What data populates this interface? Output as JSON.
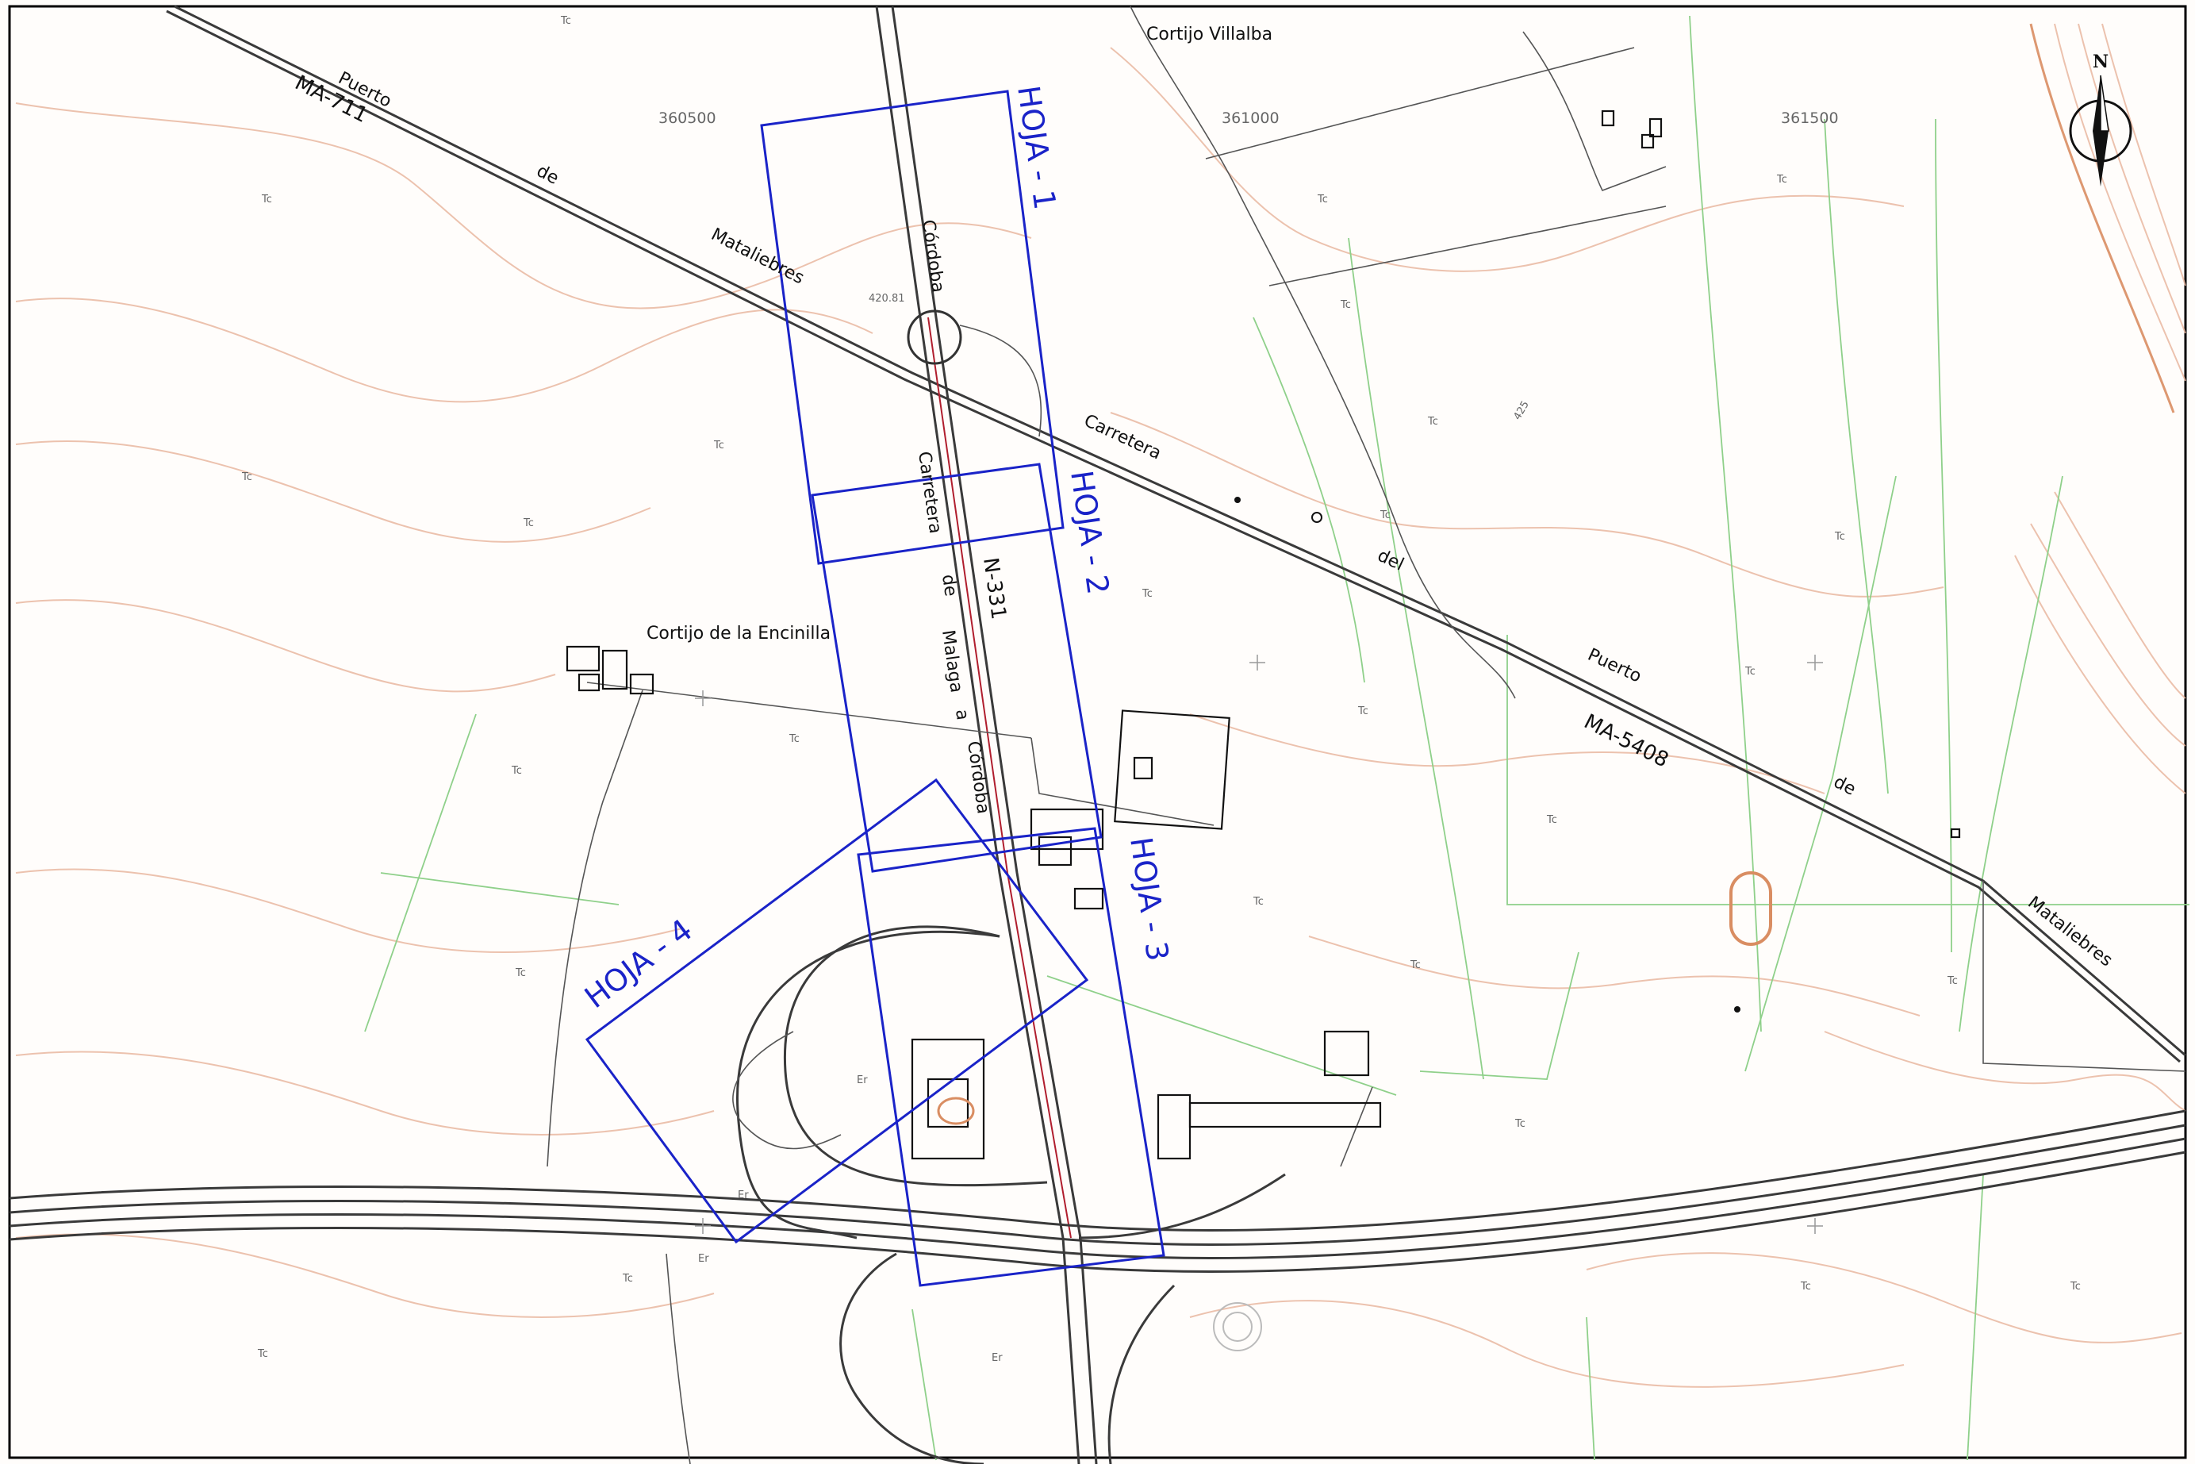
{
  "map": {
    "place_labels": {
      "cortijo_villalba": "Cortijo Villalba",
      "cortijo_encinilla": "Cortijo de la Encinilla"
    },
    "road_labels": {
      "ma711": "MA-711",
      "ma5408": "MA-5408",
      "n331": "N-331",
      "puerto_nw": "Puerto",
      "de_nw": "de",
      "mataliebres_nw": "Mataliebres",
      "carretera_e": "Carretera",
      "del_e": "del",
      "puerto_e": "Puerto",
      "de_e": "de",
      "mataliebres_e": "Mataliebres",
      "cordoba_top": "Córdoba",
      "carretera_c": "Carretera",
      "de_c": "de",
      "malaga_c": "Malaga",
      "a_c": "a",
      "cordoba_c": "Córdoba"
    },
    "grid_labels": [
      "360500",
      "361000",
      "361500"
    ],
    "sheets": [
      "HOJA - 1",
      "HOJA - 2",
      "HOJA - 3",
      "HOJA - 4"
    ],
    "north_label": "N",
    "landuse_code": "Tc",
    "landuse_code_alt": "Er",
    "contour_label": "425",
    "spot_label": "420.81",
    "colors": {
      "sheet_outline": "#1a23c8",
      "contours": "#e9b7a0",
      "fields": "#8fd08a",
      "roads": "#3a3a3a",
      "highway_axis": "#b01e2e"
    }
  }
}
